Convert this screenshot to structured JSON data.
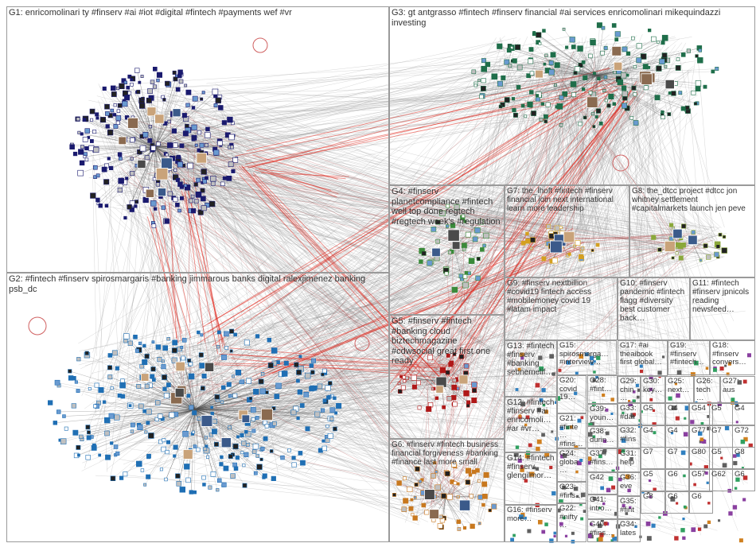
{
  "groups": [
    {
      "id": "G1",
      "label": "G1: enricomolinari ty #finserv #ai #iot #digital #fintech #payments wef #vr"
    },
    {
      "id": "G2",
      "label": "G2: #fintech #finserv spirosmargaris #banking jimmarous banks digital ralexjimenez banking psb_dc"
    },
    {
      "id": "G3",
      "label": "G3: gt antgrasso #fintech #finserv financial #ai services enricomolinari mikequindazzi investing"
    },
    {
      "id": "G4",
      "label": "G4: #finserv planetcompliance #fintech well top done regtech #regtech week's #regulation"
    },
    {
      "id": "G5",
      "label": "G5: #finserv #fintech #banking cloud biztechmagazine #cdwsocial great first one ready"
    },
    {
      "id": "G6",
      "label": "G6: #finserv #fintech business financial forgiveness #banking #finance last more small"
    },
    {
      "id": "G7",
      "label": "G7: the_lhoft #fintech #finserv financial join next international learn more leadership"
    },
    {
      "id": "G8",
      "label": "G8: the_dtcc project #dtcc jon whitney settlement #capitalmarkets launch jen peve"
    },
    {
      "id": "G9",
      "label": "G9: #finserv nextbillion #covid19 fintech access #mobilemoney covid 19 #latam impact"
    },
    {
      "id": "G10",
      "label": "G10: #finserv pandemic #fintech flagg #diversity best customer back…"
    },
    {
      "id": "G11",
      "label": "G11: #fintech #finserv jpnicols reading newsfeed…"
    },
    {
      "id": "G12",
      "label": "G12: #fintech #finserv #ai enricomoli… #ar #vr…"
    },
    {
      "id": "G13",
      "label": "G13: #fintech #finserv #banking sebnemelif…"
    },
    {
      "id": "G14",
      "label": "G14: #fintech #finserv glengilmor…"
    },
    {
      "id": "G15",
      "label": "G15: spirosmarga… #interview…"
    },
    {
      "id": "G16",
      "label": "G16: #finserv more…"
    },
    {
      "id": "G17",
      "label": "G17: #ai theaibook first global…"
    },
    {
      "id": "G18",
      "label": "G18: #finserv convers…"
    },
    {
      "id": "G19",
      "label": "G19: #finserv #fintech…"
    },
    {
      "id": "G20",
      "label": "G20: covid 19…"
    },
    {
      "id": "G21",
      "label": "G21: #finte… #fins…"
    },
    {
      "id": "G22",
      "label": "G22: #nifty…"
    },
    {
      "id": "G23",
      "label": "G23: #fins…"
    },
    {
      "id": "G24",
      "label": "G24: globa…"
    },
    {
      "id": "G25",
      "label": "G25: next…"
    },
    {
      "id": "G26",
      "label": "G26: tech…"
    },
    {
      "id": "G27",
      "label": "G27: aus"
    },
    {
      "id": "G28",
      "label": "G28: #fint…"
    },
    {
      "id": "G29",
      "label": "G29: chin…"
    },
    {
      "id": "G30",
      "label": "G30: key…"
    },
    {
      "id": "G31",
      "label": "G31: help…"
    },
    {
      "id": "G32",
      "label": "G32: #fins…"
    },
    {
      "id": "G33",
      "label": "G33: #dat…"
    },
    {
      "id": "G34",
      "label": "G34: lates…"
    },
    {
      "id": "G35",
      "label": "G35: #fint…"
    },
    {
      "id": "G36",
      "label": "G36: eve…"
    },
    {
      "id": "G37",
      "label": "G37: #fins…"
    },
    {
      "id": "G38",
      "label": "G38: durin…"
    },
    {
      "id": "G39",
      "label": "G39: youn…"
    },
    {
      "id": "G40",
      "label": "G40: #fins…"
    },
    {
      "id": "G41",
      "label": "G41: intro…"
    },
    {
      "id": "G42",
      "label": "G42"
    }
  ],
  "small_groups": [
    "G5",
    "G4",
    "G54",
    "G5",
    "G4",
    "G4",
    "G4",
    "G77",
    "G7",
    "G72",
    "G7",
    "G7",
    "G80",
    "G5",
    "G8",
    "G5",
    "G6",
    "G57",
    "G62",
    "G6",
    "G8",
    "G6",
    "G6"
  ],
  "colors": {
    "edge_gray": "#8c8c8c",
    "edge_red": "#e0281e",
    "border": "#9a9a9a",
    "g1": "#1a1a6e",
    "g2": "#1f6fb4",
    "g3": "#1f6e4a"
  }
}
